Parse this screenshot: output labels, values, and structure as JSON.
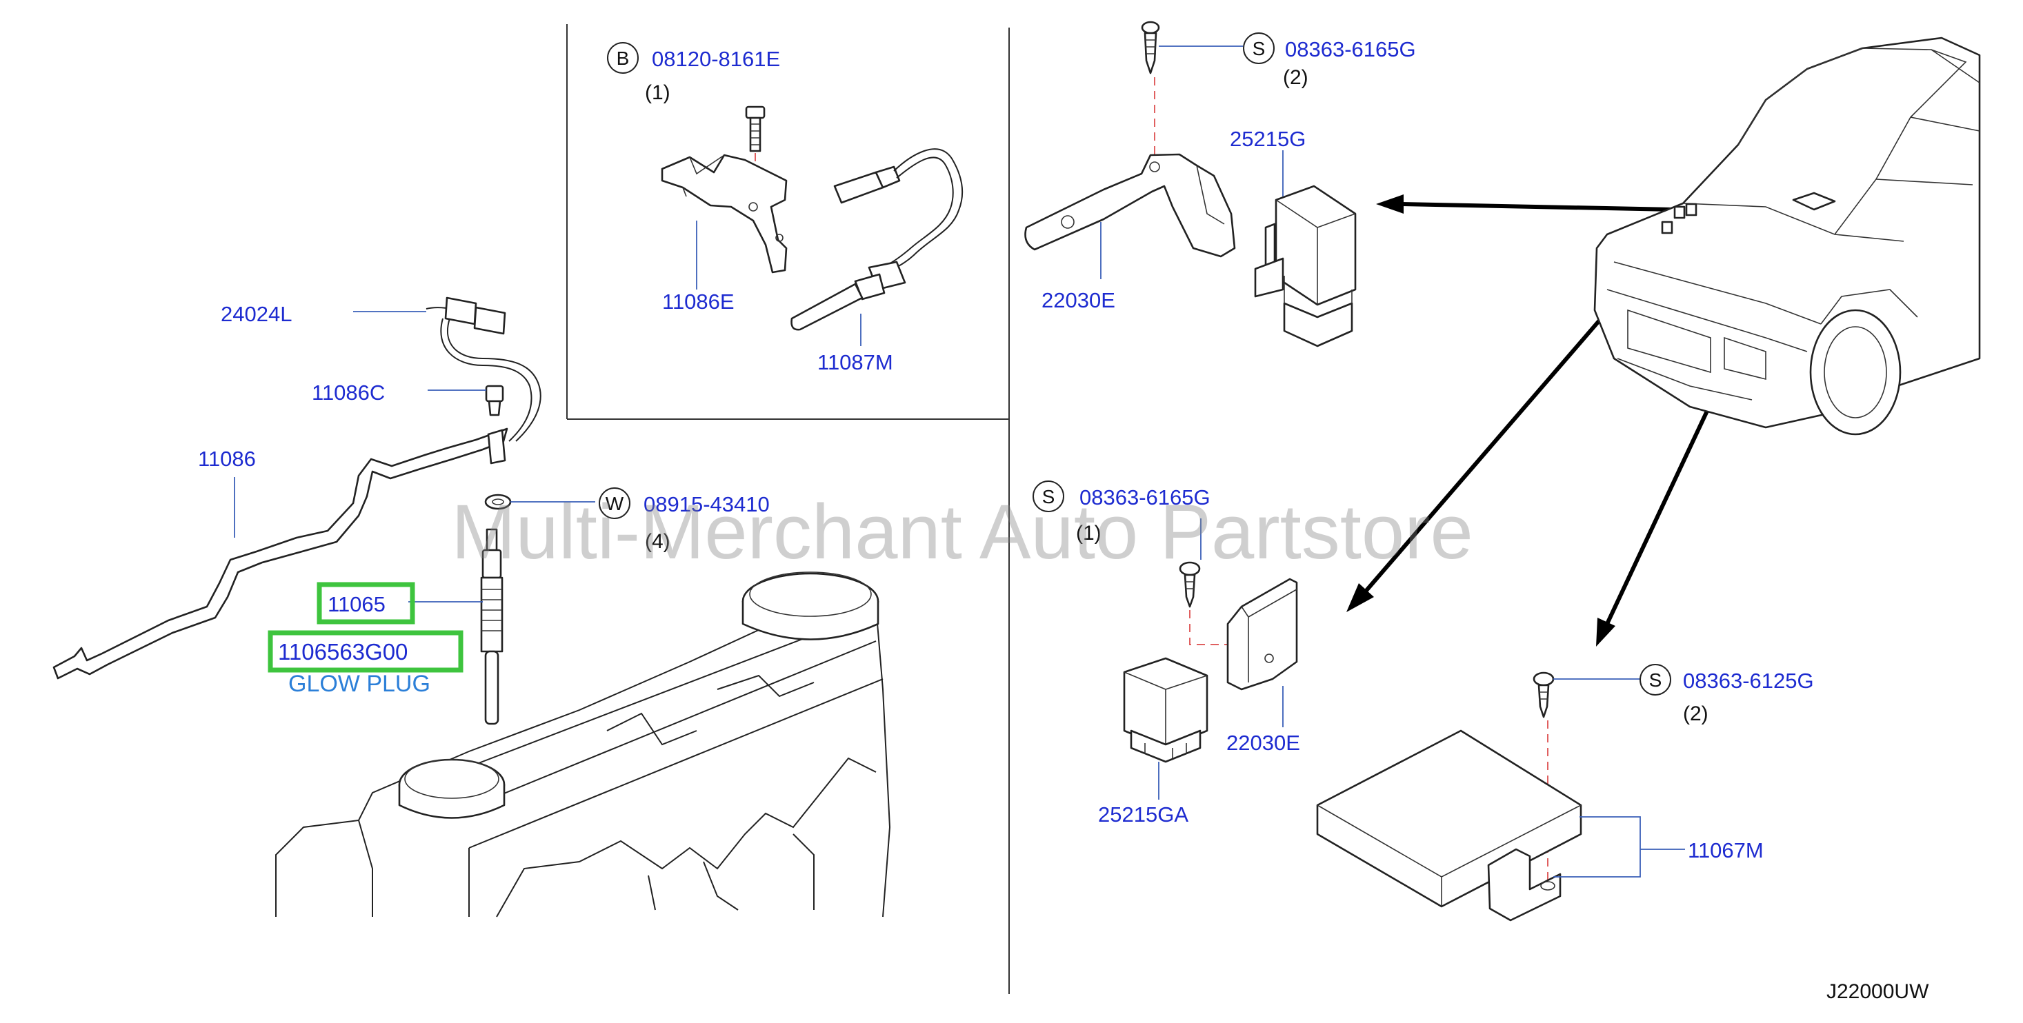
{
  "watermark": "Multi-Merchant Auto Partstore",
  "diagram_ref": "J22000UW",
  "callouts": {
    "p24024L": "24024L",
    "p11086C": "11086C",
    "p11086": "11086",
    "p11065": "11065",
    "p1106563G00": "1106563G00",
    "glow_plug": "GLOW PLUG",
    "w_washer": {
      "badge": "W",
      "part": "08915-43410",
      "qty": "(4)"
    },
    "b_bolt": {
      "badge": "B",
      "part": "08120-8161E",
      "qty": "(1)"
    },
    "p11086E": "11086E",
    "p11087M": "11087M",
    "s_screw_top": {
      "badge": "S",
      "part": "08363-6165G",
      "qty": "(2)"
    },
    "p25215G": "25215G",
    "p22030E_top": "22030E",
    "s_screw_mid": {
      "badge": "S",
      "part": "08363-6165G",
      "qty": "(1)"
    },
    "p22030E_mid": "22030E",
    "p25215GA": "25215GA",
    "s_screw_ecu": {
      "badge": "S",
      "part": "08363-6125G",
      "qty": "(2)"
    },
    "p11067M": "11067M"
  },
  "colors": {
    "part_number": "#1d2bd0",
    "glow_label": "#2b7fd8",
    "highlight": "#3ec43e",
    "dashed_guide": "#e06060"
  }
}
